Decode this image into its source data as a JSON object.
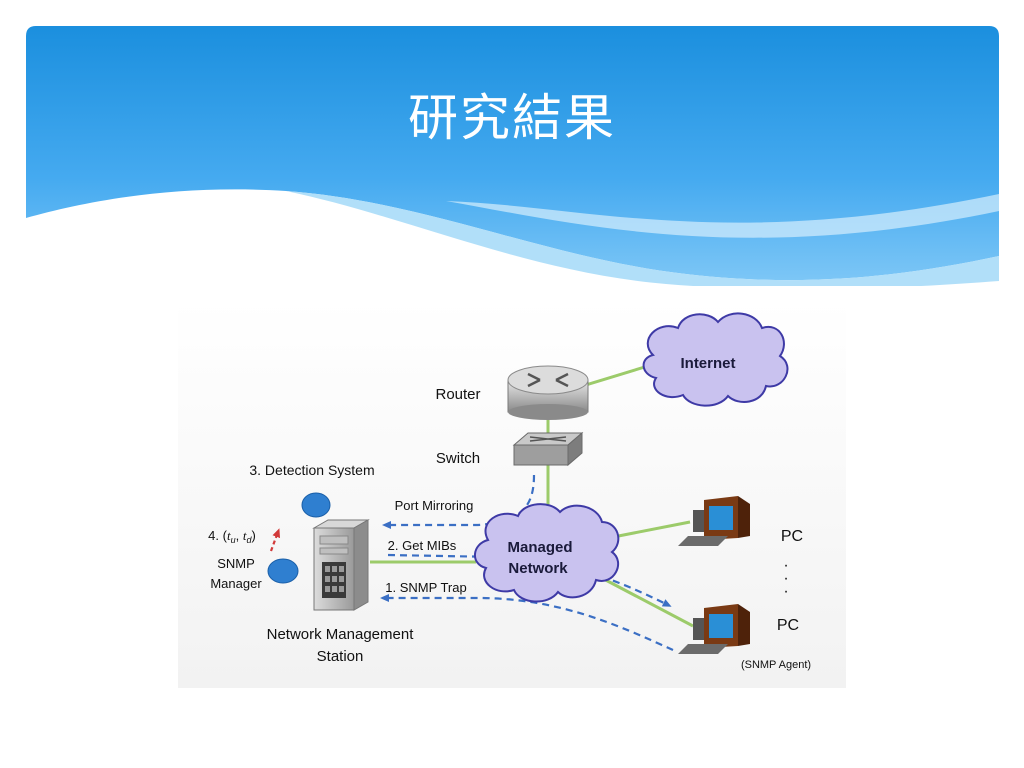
{
  "slide": {
    "title": "研究結果"
  },
  "diagram": {
    "internet": "Internet",
    "router": "Router",
    "switch": "Switch",
    "managed_network_line1": "Managed",
    "managed_network_line2": "Network",
    "detection_system": "3. Detection System",
    "step4_prefix": "4. (",
    "step4_tu": "t",
    "step4_tu_sub": "u",
    "step4_sep": ", ",
    "step4_td": "t",
    "step4_td_sub": "d",
    "step4_suffix": ")",
    "snmp_manager_line1": "SNMP",
    "snmp_manager_line2": "Manager",
    "port_mirroring": "Port Mirroring",
    "get_mibs": "2. Get MIBs",
    "snmp_trap": "1. SNMP Trap",
    "nms_line1": "Network Management",
    "nms_line2": "Station",
    "pc_top": "PC",
    "pc_bottom": "PC",
    "snmp_agent": "(SNMP Agent)",
    "colors": {
      "link_green": "#9ccb6a",
      "dash_blue": "#3b6fc4",
      "cloud_fill": "#c9c2ef",
      "cloud_stroke": "#3e3aa6",
      "oval_blue": "#2f7fd0",
      "arrow_red": "#d23a3a"
    }
  }
}
